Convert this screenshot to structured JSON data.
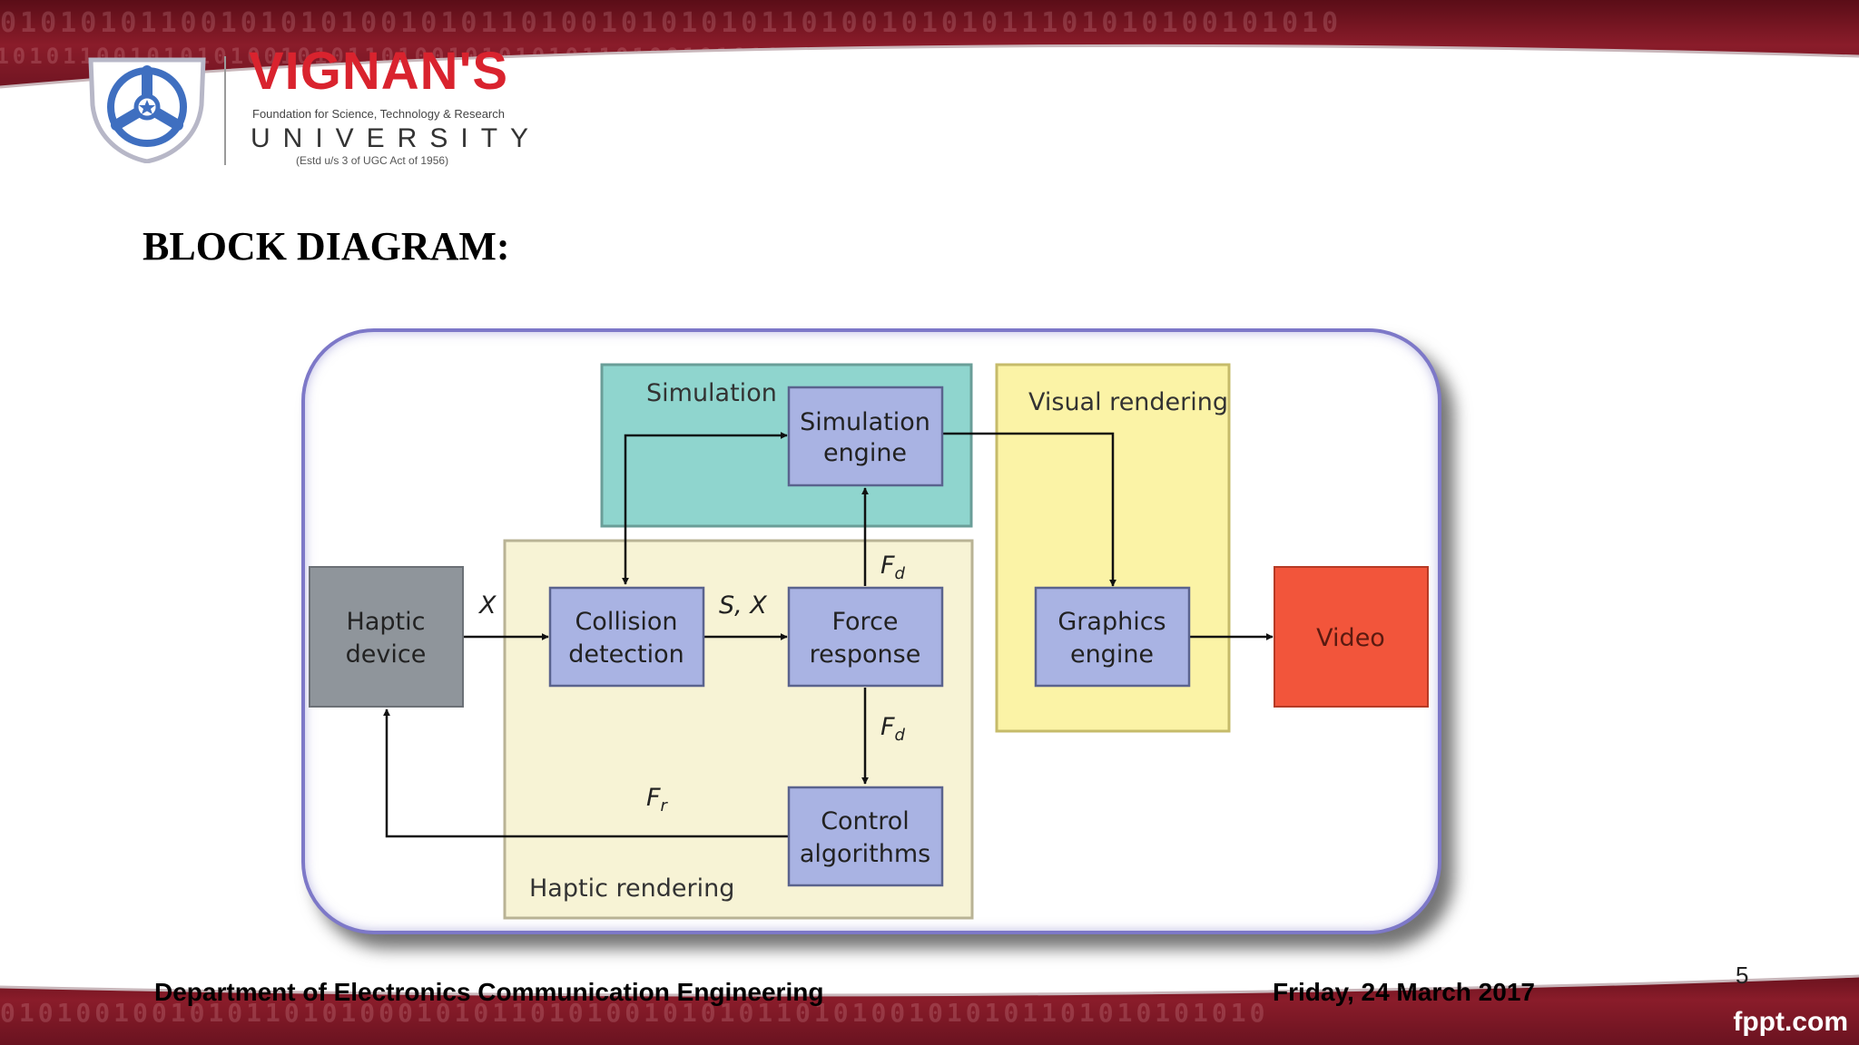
{
  "slide": {
    "title": "BLOCK DIAGRAM:",
    "page_number": "5",
    "footer_department": "Department of Electronics Communication Engineering",
    "footer_date": "Friday, 24 March 2017",
    "watermark": "fppt.com"
  },
  "logo": {
    "name": "VIGNAN'S",
    "foundation": "Foundation for Science, Technology & Research",
    "university": "UNIVERSITY",
    "estd": "(Estd u/s 3 of UGC Act of 1956)"
  },
  "decor": {
    "binary_top": "0101010110010101010010101101001010101011010010101011101010100101010",
    "binary_bottom": "0101001001010110101000101011010100101010110101001010101101010101010"
  },
  "diagram": {
    "groups": {
      "simulation": "Simulation",
      "visual_rendering": "Visual rendering",
      "haptic_rendering": "Haptic rendering"
    },
    "blocks": {
      "haptic_device": [
        "Haptic",
        "device"
      ],
      "collision_detection": [
        "Collision",
        "detection"
      ],
      "force_response": [
        "Force",
        "response"
      ],
      "simulation_engine": [
        "Simulation",
        "engine"
      ],
      "graphics_engine": [
        "Graphics",
        "engine"
      ],
      "control_algorithms": [
        "Control",
        "algorithms"
      ],
      "video": [
        "Video"
      ]
    },
    "signals": {
      "x": "X",
      "sx": "S, X",
      "fd_up": "F",
      "fd_up_sub": "d",
      "fd_down": "F",
      "fd_down_sub": "d",
      "fr": "F",
      "fr_sub": "r"
    }
  },
  "colors": {
    "band_dark": "#5a0d17",
    "band_mid": "#8a1c2a",
    "logo_red": "#d9232e",
    "frame_border": "#7d78c8",
    "simulation_group": "#8fd5ce",
    "visual_group": "#fbf3a6",
    "haptic_group": "#f7f3d5",
    "block_fill": "#a9b3e3",
    "haptic_device_fill": "#8f959b",
    "video_fill": "#f2553b"
  }
}
